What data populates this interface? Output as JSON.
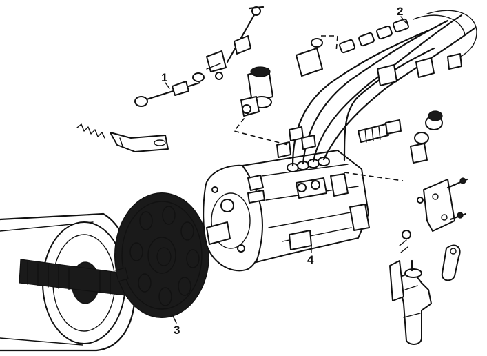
{
  "callouts": {
    "c1": "1",
    "c2": "2",
    "c3": "3",
    "c4": "4"
  },
  "colors": {
    "ink": "#111111",
    "paper": "#ffffff"
  },
  "icons": [
    "pulley-icon",
    "gear-icon",
    "pump-icon",
    "injector-pipe-icon",
    "linkage-rod-icon",
    "bracket-icon",
    "valve-icon"
  ]
}
